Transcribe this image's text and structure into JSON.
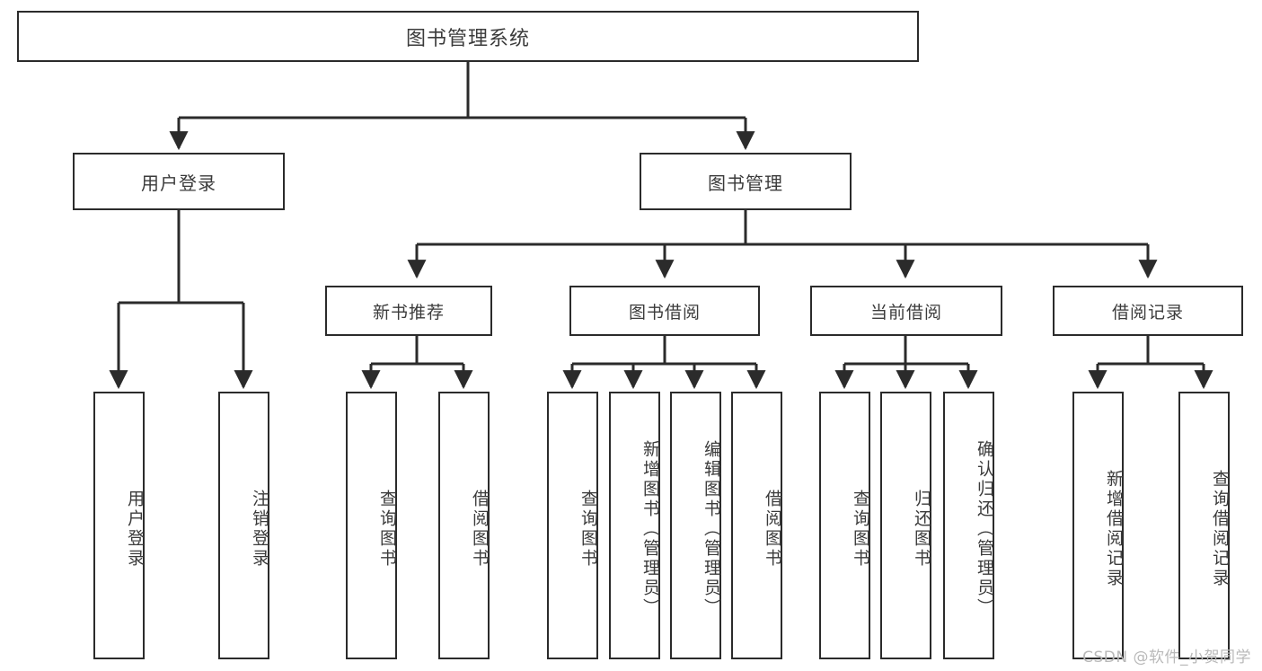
{
  "diagram": {
    "title_node": {
      "label": "图书管理系统"
    },
    "level1": [
      {
        "id": "user-login",
        "label": "用户登录"
      },
      {
        "id": "book-manage",
        "label": "图书管理"
      }
    ],
    "level2": [
      {
        "id": "new-book-recommend",
        "label": "新书推荐"
      },
      {
        "id": "book-borrow",
        "label": "图书借阅"
      },
      {
        "id": "current-borrow",
        "label": "当前借阅"
      },
      {
        "id": "borrow-record",
        "label": "借阅记录"
      }
    ],
    "leaves": {
      "user_login": [
        {
          "id": "leaf-user-login",
          "label": "用户登录"
        },
        {
          "id": "leaf-logout-login",
          "label": "注销登录"
        }
      ],
      "new_book_recommend": [
        {
          "id": "leaf-query-book-1",
          "label": "查询图书"
        },
        {
          "id": "leaf-borrow-book-1",
          "label": "借阅图书"
        }
      ],
      "book_borrow": [
        {
          "id": "leaf-query-book-2",
          "label": "查询图书"
        },
        {
          "id": "leaf-add-book",
          "label": "新增图书（管理员）"
        },
        {
          "id": "leaf-edit-book",
          "label": "编辑图书（管理员）"
        },
        {
          "id": "leaf-borrow-book-2",
          "label": "借阅图书"
        }
      ],
      "current_borrow": [
        {
          "id": "leaf-query-book-3",
          "label": "查询图书"
        },
        {
          "id": "leaf-return-book",
          "label": "归还图书"
        },
        {
          "id": "leaf-confirm-return",
          "label": "确认归还（管理员）"
        }
      ],
      "borrow_record": [
        {
          "id": "leaf-add-record",
          "label": "新增借阅记录"
        },
        {
          "id": "leaf-query-record",
          "label": "查询借阅记录"
        }
      ]
    }
  },
  "watermark": {
    "text": "CSDN @软件_小贺同学"
  },
  "colors": {
    "box_border": "#2b2b2b",
    "box_fill": "#ffffff",
    "text": "#3b3b3b",
    "connector": "#2b2b2b",
    "watermark": "#b9b9b9",
    "background": "#ffffff"
  }
}
